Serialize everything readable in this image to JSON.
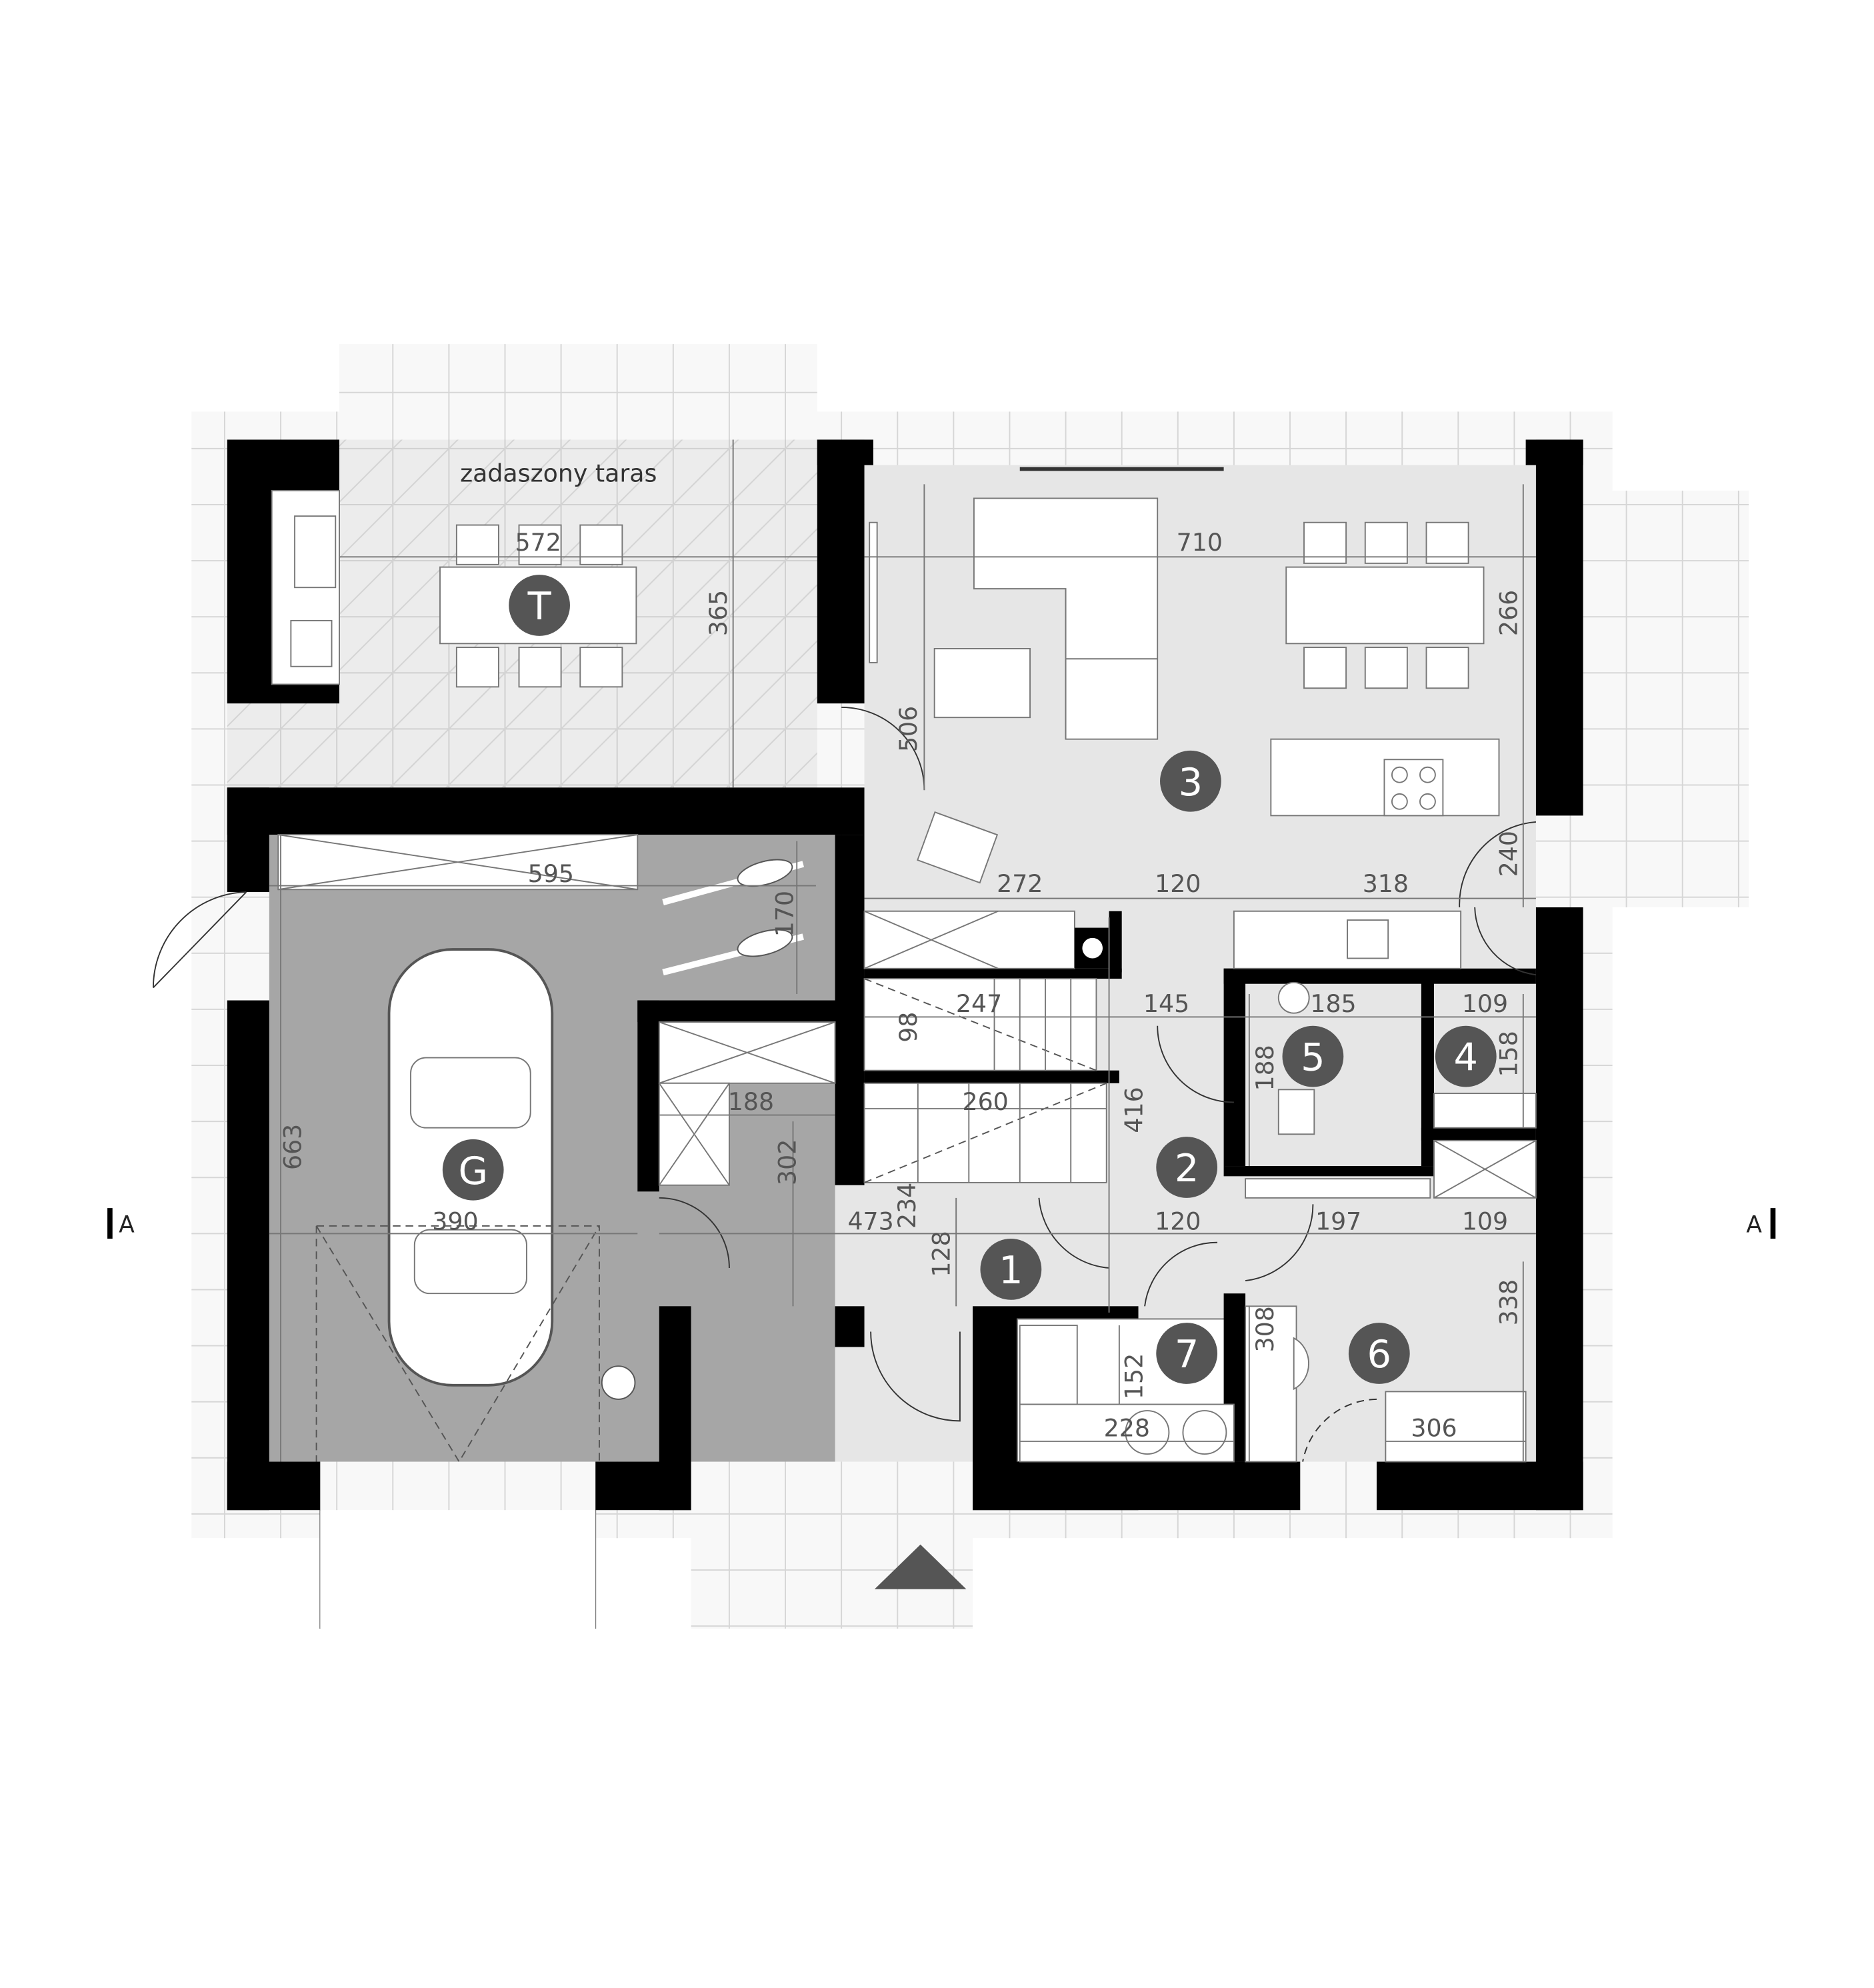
{
  "plan": {
    "terrace_label": "zadaszony taras",
    "section_mark": "A",
    "rooms": {
      "terrace": "T",
      "garage": "G",
      "r1": "1",
      "r2": "2",
      "r3": "3",
      "r4": "4",
      "r5": "5",
      "r6": "6",
      "r7": "7"
    },
    "dims": {
      "terrace_width": "572",
      "terrace_depth": "365",
      "living_width": "710",
      "living_depth": "266",
      "living_side": "506",
      "garage_top": "595",
      "bike_depth": "170",
      "garage_width": "390",
      "garage_depth": "663",
      "d272": "272",
      "d120a": "120",
      "d318": "318",
      "d240": "240",
      "d247": "247",
      "d98": "98",
      "d145": "145",
      "d185": "185",
      "d188a": "188",
      "d109a": "109",
      "d158": "158",
      "d188b": "188",
      "d302": "302",
      "d260": "260",
      "d416": "416",
      "d473": "473",
      "d234": "234",
      "d128": "128",
      "d120b": "120",
      "d197": "197",
      "d109b": "109",
      "d308": "308",
      "d338": "338",
      "d152": "152",
      "d228": "228",
      "d306": "306"
    },
    "colors": {
      "wall": "#000000",
      "living": "#e6e6e6",
      "garage": "#a6a6a6",
      "marker": "#555555"
    }
  }
}
